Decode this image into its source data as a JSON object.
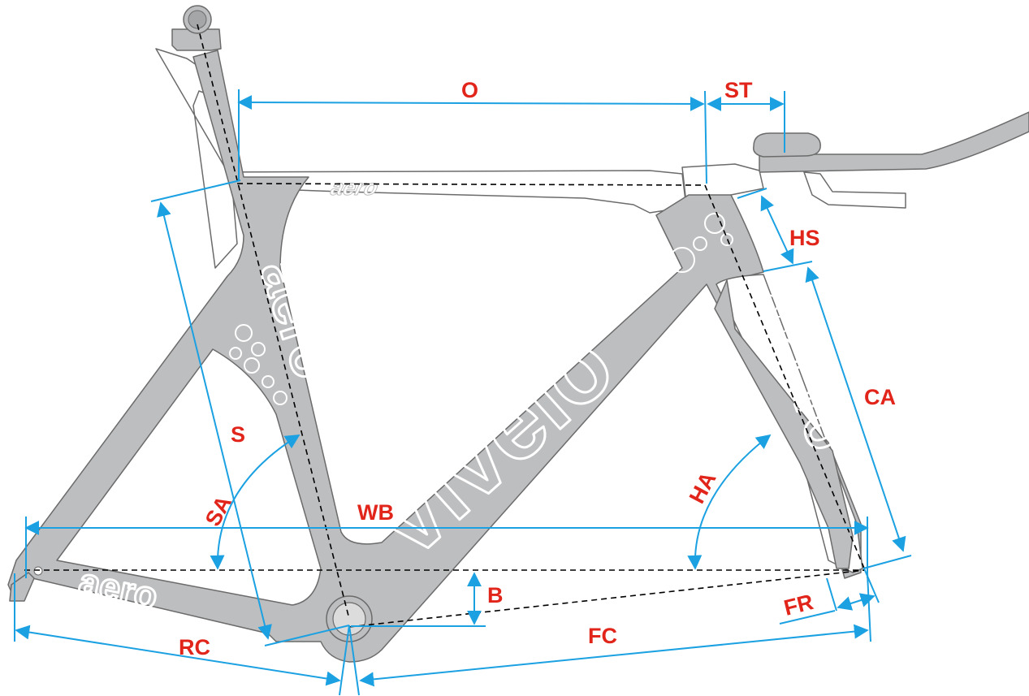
{
  "labels": {
    "O": "O",
    "ST": "ST",
    "HS": "HS",
    "CA": "CA",
    "S": "S",
    "SA": "SA",
    "WB": "WB",
    "HA": "HA",
    "B": "B",
    "FR": "FR",
    "RC": "RC",
    "FC": "FC"
  },
  "logos": [
    "vivelo",
    "aero"
  ],
  "colors": {
    "frame": "#bdbec0",
    "frame_edge": "#6b6b6b",
    "dimension_line": "#1ba1e2",
    "label": "#e1251b",
    "guide": "#000000"
  }
}
